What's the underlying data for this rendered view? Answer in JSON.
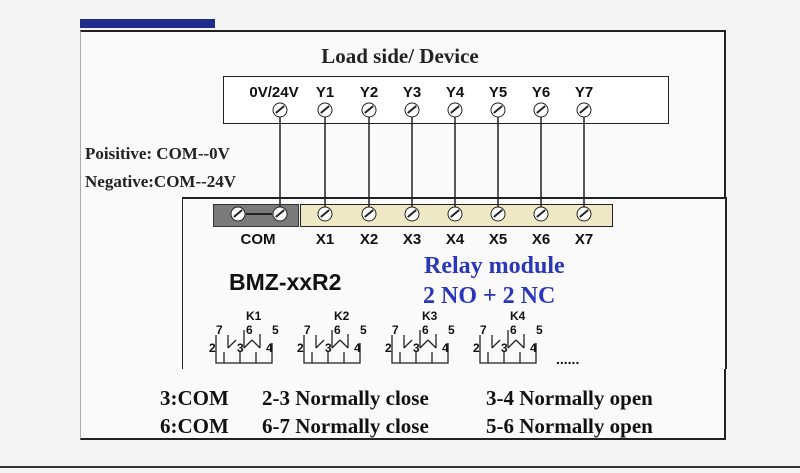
{
  "title": "Load side/ Device",
  "device_terminals": [
    "0V/24V",
    "Y1",
    "Y2",
    "Y3",
    "Y4",
    "Y5",
    "Y6",
    "Y7"
  ],
  "polarity": [
    "Poisitive: COM--0V",
    "Negative:COM--24V"
  ],
  "module_terminals": [
    "COM",
    "X1",
    "X2",
    "X3",
    "X4",
    "X5",
    "X6",
    "X7"
  ],
  "model": "BMZ-xxR2",
  "relay_title": "Relay  module",
  "relay_config": "2 NO + 2 NC",
  "relays": [
    {
      "name": "K1"
    },
    {
      "name": "K2"
    },
    {
      "name": "K3"
    },
    {
      "name": "K4"
    }
  ],
  "pin_labels": {
    "p7": "7",
    "p6": "6",
    "p5": "5",
    "p2": "2",
    "p3": "3",
    "p4": "4"
  },
  "ellipsis": "......",
  "legend": [
    {
      "com": "3:COM",
      "close": "2-3 Normally close",
      "open": "3-4 Normally open"
    },
    {
      "com": "6:COM",
      "close": "6-7 Normally close",
      "open": "5-6 Normally open"
    }
  ]
}
